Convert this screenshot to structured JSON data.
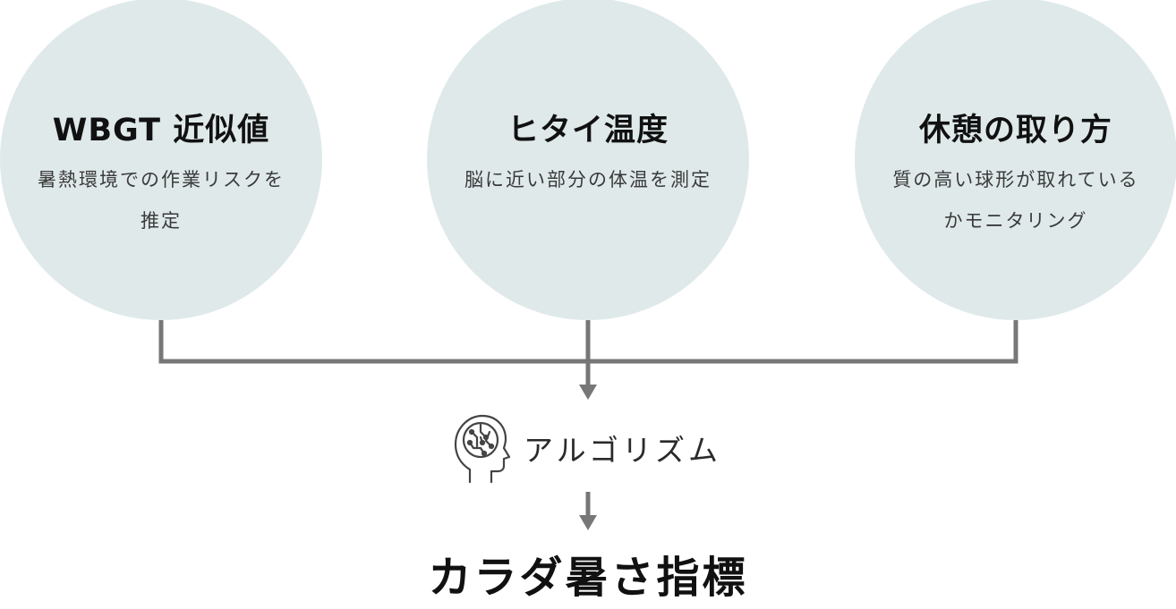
{
  "inputs": [
    {
      "title": "WBGT 近似値",
      "description": "暑熱環境での作業リスクを推定"
    },
    {
      "title": "ヒタイ温度",
      "description": "脳に近い部分の体温を測定"
    },
    {
      "title": "休憩の取り方",
      "description": "質の高い球形が取れているかモニタリング"
    }
  ],
  "algorithm": {
    "icon": "brain-head-icon",
    "label": "アルゴリズム"
  },
  "result": {
    "label": "カラダ暑さ指標"
  },
  "colors": {
    "circle_fill": "#dfe9ea",
    "connector": "#777777",
    "text_dark": "#111111",
    "text_muted": "#3a3a3a"
  }
}
